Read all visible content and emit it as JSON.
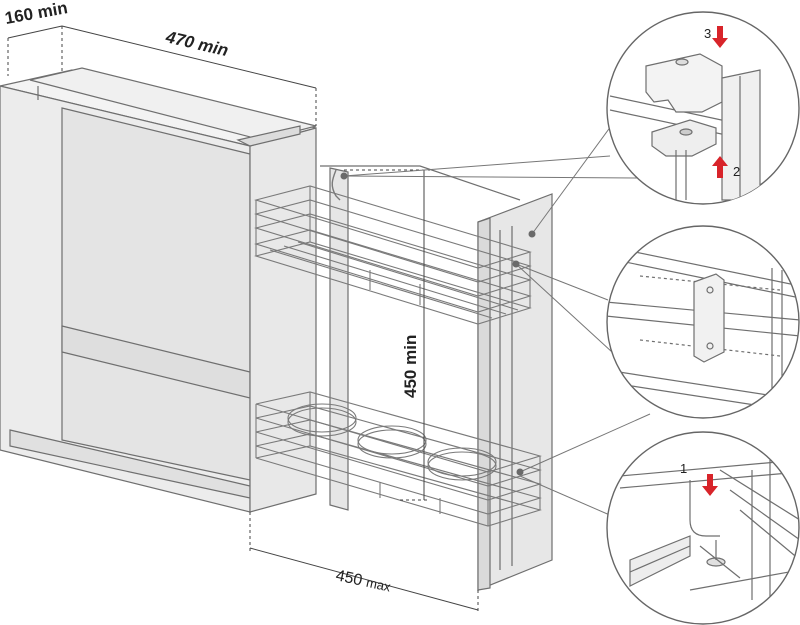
{
  "dimensions": {
    "depth_min": {
      "value": "160",
      "unit": "min"
    },
    "width_min": {
      "value": "470",
      "unit": "min"
    },
    "height_min": {
      "value": "450",
      "unit": "min"
    },
    "width_max": {
      "value": "450",
      "unit": "max"
    }
  },
  "detail_steps": {
    "step_top_detail_a": "3",
    "step_top_detail_b": "2",
    "step_bottom_detail": "1"
  },
  "colors": {
    "line": "#6f6f6f",
    "panel_fill": "#ebebeb",
    "arrow_red": "#d8242a",
    "callout_dot": "#6a6a6a"
  },
  "icons": [
    "arrow-down-icon",
    "arrow-up-icon",
    "arrow-down-icon"
  ]
}
